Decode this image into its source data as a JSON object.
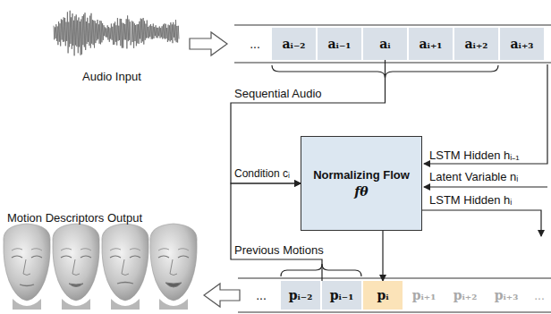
{
  "diagram": {
    "nodes": [
      {
        "text": [
          "..."
        ]
      },
      {
        "text": [
          "aᵢ₋₂"
        ]
      },
      {
        "text": [
          "aᵢ₋₁"
        ]
      },
      {
        "text": [
          "aᵢ"
        ]
      },
      {
        "text": [
          "aᵢ₊₁"
        ]
      },
      {
        "text": [
          "aᵢ₊₂"
        ]
      },
      {
        "text": [
          "aᵢ₊₃"
        ]
      },
      {
        "text": [
          "Normalizing Flow",
          "fθ"
        ]
      },
      {
        "text": [
          "..."
        ]
      },
      {
        "text": [
          "pᵢ₋₂"
        ]
      },
      {
        "text": [
          "pᵢ₋₁"
        ]
      },
      {
        "text": [
          "pᵢ"
        ]
      },
      {
        "text": [
          "pᵢ₊₁"
        ]
      },
      {
        "text": [
          "pᵢ₊₂"
        ]
      },
      {
        "text": [
          "pᵢ₊₃"
        ]
      },
      {
        "text": [
          "..."
        ]
      }
    ],
    "edges": [
      {
        "from": 3,
        "to": 7,
        "arrow": "to"
      },
      {
        "from": 10,
        "to": 7,
        "arrow": "to"
      },
      {
        "from": 7,
        "to": 11,
        "arrow": "to"
      }
    ],
    "labels": [
      "Audio Input",
      "Sequential Audio",
      "Condition cᵢ",
      "LSTM Hidden hᵢ₋₁",
      "Latent Variable nᵢ",
      "LSTM Hidden hᵢ",
      "Previous Motions",
      "Motion Descriptors Output"
    ]
  }
}
